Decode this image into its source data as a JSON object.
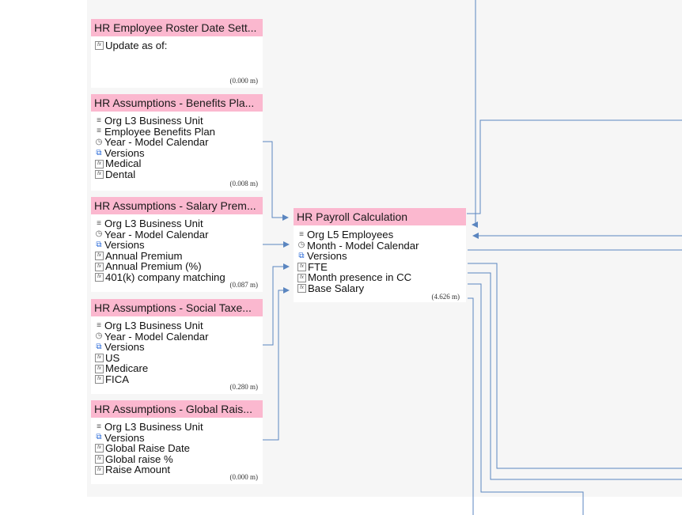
{
  "modules": [
    {
      "id": "roster",
      "title": "HR Employee Roster Date Sett...",
      "items": [
        {
          "icon": "formula",
          "label": "Update as of:"
        }
      ],
      "size": "(0.000 m)"
    },
    {
      "id": "benefits",
      "title": "HR Assumptions - Benefits Pla...",
      "items": [
        {
          "icon": "list",
          "label": "Org L3 Business Unit"
        },
        {
          "icon": "list",
          "label": "Employee Benefits Plan"
        },
        {
          "icon": "time",
          "label": "Year - Model Calendar"
        },
        {
          "icon": "versions",
          "label": "Versions"
        },
        {
          "icon": "formula",
          "label": "Medical"
        },
        {
          "icon": "formula",
          "label": "Dental"
        }
      ],
      "size": "(0.008 m)"
    },
    {
      "id": "salary",
      "title": "HR Assumptions - Salary Prem...",
      "items": [
        {
          "icon": "list",
          "label": "Org L3 Business Unit"
        },
        {
          "icon": "time",
          "label": "Year - Model Calendar"
        },
        {
          "icon": "versions",
          "label": "Versions"
        },
        {
          "icon": "formula",
          "label": "Annual Premium"
        },
        {
          "icon": "formula",
          "label": "Annual Premium (%)"
        },
        {
          "icon": "formula",
          "label": "401(k) company matching"
        }
      ],
      "size": "(0.087 m)"
    },
    {
      "id": "social",
      "title": "HR Assumptions - Social Taxe...",
      "items": [
        {
          "icon": "list",
          "label": "Org L3 Business Unit"
        },
        {
          "icon": "time",
          "label": "Year - Model Calendar"
        },
        {
          "icon": "versions",
          "label": "Versions"
        },
        {
          "icon": "formula",
          "label": "US"
        },
        {
          "icon": "formula",
          "label": "Medicare"
        },
        {
          "icon": "formula",
          "label": "FICA"
        }
      ],
      "size": "(0.280 m)"
    },
    {
      "id": "raise",
      "title": "HR Assumptions - Global Rais...",
      "items": [
        {
          "icon": "list",
          "label": "Org L3 Business Unit"
        },
        {
          "icon": "versions",
          "label": "Versions"
        },
        {
          "icon": "formula",
          "label": "Global Raise Date"
        },
        {
          "icon": "formula",
          "label": "Global raise %"
        },
        {
          "icon": "formula",
          "label": "Raise Amount"
        }
      ],
      "size": "(0.000 m)"
    },
    {
      "id": "payroll",
      "title": "HR Payroll Calculation",
      "items": [
        {
          "icon": "list",
          "label": "Org L5 Employees"
        },
        {
          "icon": "time",
          "label": "Month - Model Calendar"
        },
        {
          "icon": "versions",
          "label": "Versions"
        },
        {
          "icon": "formula",
          "label": "FTE"
        },
        {
          "icon": "formula",
          "label": "Month presence in CC"
        },
        {
          "icon": "formula",
          "label": "Base Salary"
        }
      ],
      "size": "(4.626 m)"
    }
  ],
  "colors": {
    "header": "#fbb8cf",
    "wire": "#5b86c0",
    "canvas": "#f6f6f6"
  }
}
